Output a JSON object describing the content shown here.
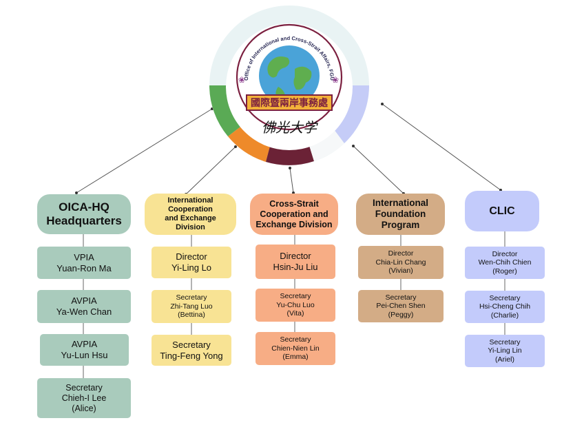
{
  "logo": {
    "ring_text": "Office of International and Cross-Strait Affairs, FGU",
    "banner_text": "國際暨兩岸事務處",
    "calligraphy": "佛光大学",
    "segment_colors": [
      "#5aaa55",
      "#ee8a2a",
      "#6b2236",
      "#c5ccf7",
      "#e9f3f4"
    ]
  },
  "colors": {
    "green": "#a9cbbc",
    "yellow": "#f8e394",
    "orange": "#f7ad85",
    "tan": "#d3ac86",
    "blue": "#c3cbfb",
    "line": "#555555"
  },
  "columns": [
    {
      "head": [
        "OICA-HQ",
        "Headquarters"
      ],
      "members": [
        [
          "VPIA",
          "Yuan-Ron Ma"
        ],
        [
          "AVPIA",
          "Ya-Wen Chan"
        ],
        [
          "AVPIA",
          "Yu-Lun Hsu"
        ],
        [
          "Secretary",
          "Chieh-I Lee",
          "(Alice)"
        ]
      ]
    },
    {
      "head": [
        "International",
        "Cooperation",
        "and Exchange",
        "Division"
      ],
      "members": [
        [
          "Director",
          "Yi-Ling Lo"
        ],
        [
          "Secretary",
          "Zhi-Tang Luo",
          "(Bettina)"
        ],
        [
          "Secretary",
          "Ting-Feng Yong"
        ]
      ]
    },
    {
      "head": [
        "Cross-Strait",
        "Cooperation and",
        "Exchange Division"
      ],
      "members": [
        [
          "Director",
          "Hsin-Ju Liu"
        ],
        [
          "Secretary",
          "Yu-Chu Luo",
          "(Vita)"
        ],
        [
          "Secretary",
          "Chien-Nien Lin",
          "(Emma)"
        ]
      ]
    },
    {
      "head": [
        "International",
        "Foundation",
        "Program"
      ],
      "members": [
        [
          "Director",
          "Chia-Lin Chang",
          "(Vivian)"
        ],
        [
          "Secretary",
          "Pei-Chen Shen",
          "(Peggy)"
        ]
      ]
    },
    {
      "head": [
        "CLIC"
      ],
      "members": [
        [
          "Director",
          "Wen-Chih  Chien",
          "(Roger)"
        ],
        [
          "Secretary",
          "Hsi-Cheng Chih",
          "(Charlie)"
        ],
        [
          "Secretary",
          "Yi-Ling Lin",
          "(Ariel)"
        ]
      ]
    }
  ]
}
